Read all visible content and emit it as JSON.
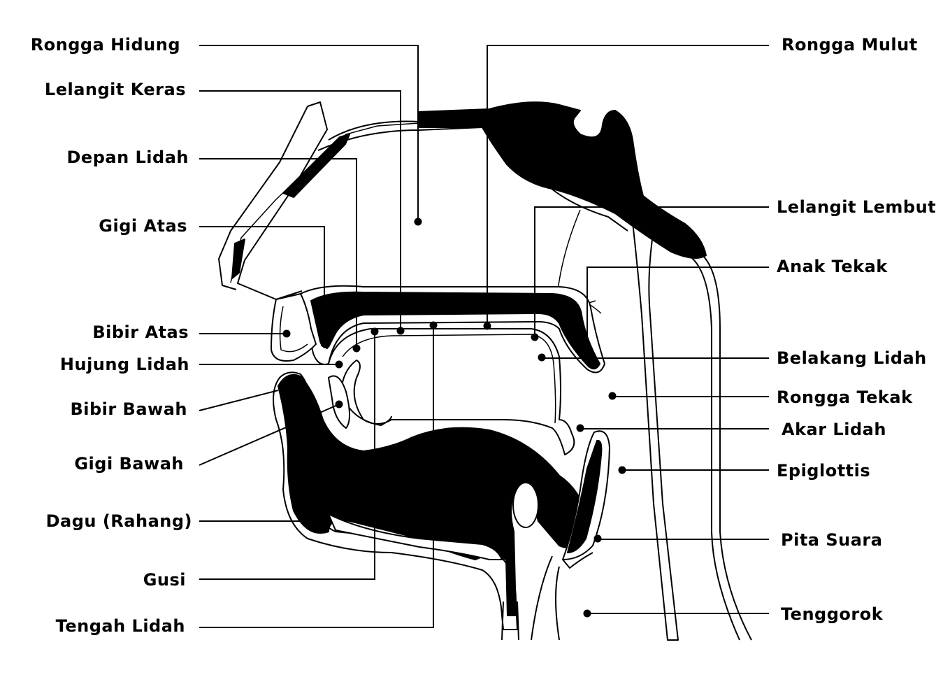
{
  "colors": {
    "ink": "#000000",
    "background": "#ffffff"
  },
  "labels": {
    "rongga_hidung": "Rongga Hidung",
    "lelangit_keras": "Lelangit Keras",
    "depan_lidah": "Depan Lidah",
    "gigi_atas": "Gigi Atas",
    "bibir_atas": "Bibir Atas",
    "hujung_lidah": "Hujung Lidah",
    "bibir_bawah": "Bibir Bawah",
    "gigi_bawah": "Gigi Bawah",
    "dagu_rahang": "Dagu (Rahang)",
    "gusi": "Gusi",
    "tengah_lidah": "Tengah Lidah",
    "rongga_mulut": "Rongga Mulut",
    "lelangit_lembut": "Lelangit Lembut",
    "anak_tekak": "Anak Tekak",
    "belakang_lidah": "Belakang Lidah",
    "rongga_tekak": "Rongga Tekak",
    "akar_lidah": "Akar Lidah",
    "epiglottis": "Epiglottis",
    "pita_suara": "Pita Suara",
    "tenggorok": "Tenggorok"
  }
}
